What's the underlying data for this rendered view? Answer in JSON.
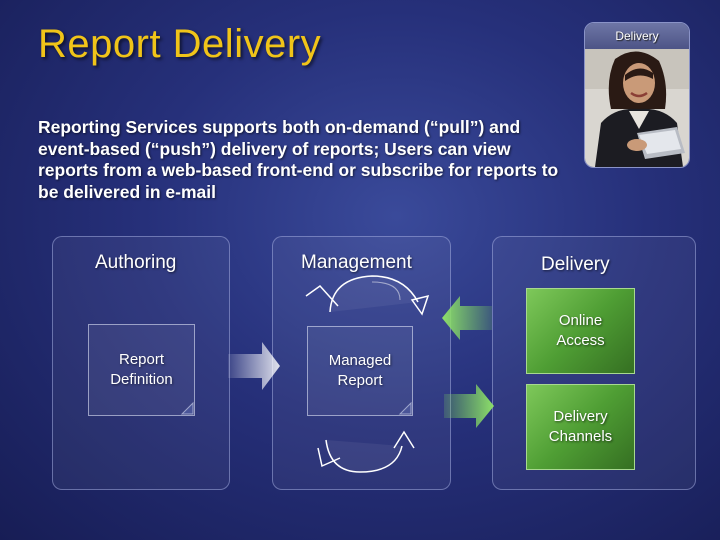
{
  "slide": {
    "title": "Report Delivery",
    "photo_label": "Delivery",
    "body": "Reporting Services supports both on-demand (“pull”) and event-based (“push”) delivery of reports; Users can view reports from a web-based front-end or subscribe for reports to be delivered in e-mail"
  },
  "columns": {
    "authoring": "Authoring",
    "management": "Management",
    "delivery": "Delivery"
  },
  "boxes": {
    "report_definition": [
      "Report",
      "Definition"
    ],
    "managed_report": [
      "Managed",
      "Report"
    ],
    "online_access": [
      "Online",
      "Access"
    ],
    "delivery_channels": [
      "Delivery",
      "Channels"
    ]
  },
  "colors": {
    "title": "#f0c419",
    "background": "#26307a",
    "green_box": "#4f9e34"
  }
}
